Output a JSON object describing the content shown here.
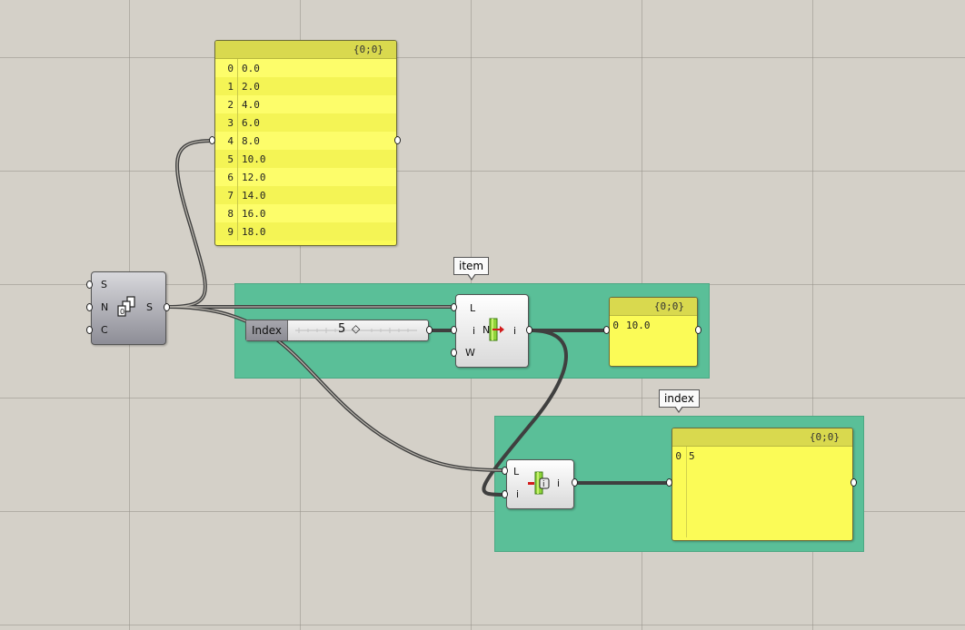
{
  "app": "Grasshopper",
  "panels": {
    "main": {
      "header": "{0;0}",
      "rows": [
        {
          "i": "0",
          "v": "0.0"
        },
        {
          "i": "1",
          "v": "2.0"
        },
        {
          "i": "2",
          "v": "4.0"
        },
        {
          "i": "3",
          "v": "6.0"
        },
        {
          "i": "4",
          "v": "8.0"
        },
        {
          "i": "5",
          "v": "10.0"
        },
        {
          "i": "6",
          "v": "12.0"
        },
        {
          "i": "7",
          "v": "14.0"
        },
        {
          "i": "8",
          "v": "16.0"
        },
        {
          "i": "9",
          "v": "18.0"
        }
      ]
    },
    "item": {
      "header": "{0;0}",
      "rows": [
        {
          "i": "0",
          "v": "10.0"
        }
      ]
    },
    "index": {
      "header": "{0;0}",
      "rows": [
        {
          "i": "0",
          "v": "5"
        }
      ]
    }
  },
  "series_component": {
    "inputs": [
      "S",
      "N",
      "C"
    ],
    "output": "S"
  },
  "list_item_component": {
    "inputs": [
      "L",
      "i",
      "W"
    ],
    "output": "i",
    "icon": "list-item-icon"
  },
  "member_index_component": {
    "inputs": [
      "L",
      "i"
    ],
    "output": "i",
    "icon": "member-index-icon"
  },
  "slider": {
    "name": "Index",
    "value": "5"
  },
  "groups": {
    "item": "item",
    "index": "index"
  },
  "colors": {
    "canvas": "#d4d0c8",
    "group": "#5abf98",
    "panel": "#fbfb57",
    "wire": "#444444"
  }
}
